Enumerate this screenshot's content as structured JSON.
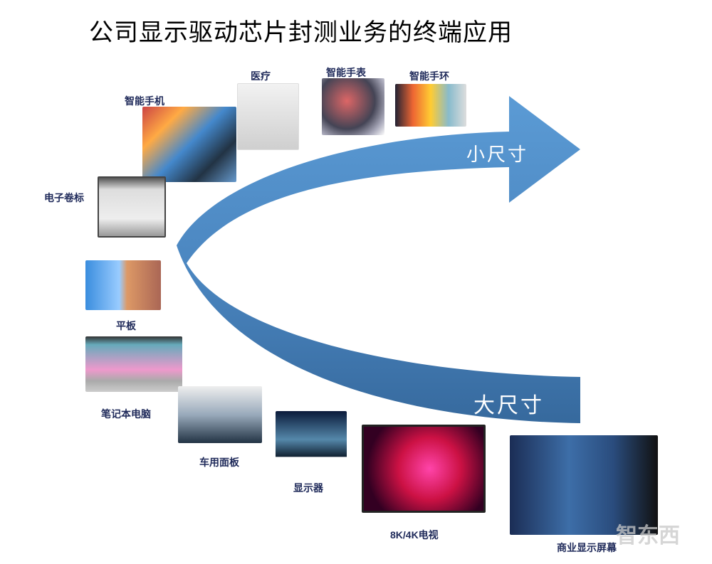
{
  "title": "公司显示驱动芯片封测业务的终端应用",
  "arrows": {
    "small": "小尺寸",
    "large": "大尺寸"
  },
  "colors": {
    "arrow_light": "#5b9bd5",
    "arrow_dark": "#3a6ea5",
    "label": "#1f2a5a"
  },
  "items": [
    {
      "label": "医疗"
    },
    {
      "label": "智能手表"
    },
    {
      "label": "智能手环"
    },
    {
      "label": "智能手机"
    },
    {
      "label": "电子卷标"
    },
    {
      "label": "平板"
    },
    {
      "label": "笔记本电脑"
    },
    {
      "label": "车用面板"
    },
    {
      "label": "显示器"
    },
    {
      "label": "8K/4K电视"
    },
    {
      "label": "商业显示屏幕"
    }
  ],
  "watermark": "智东西"
}
